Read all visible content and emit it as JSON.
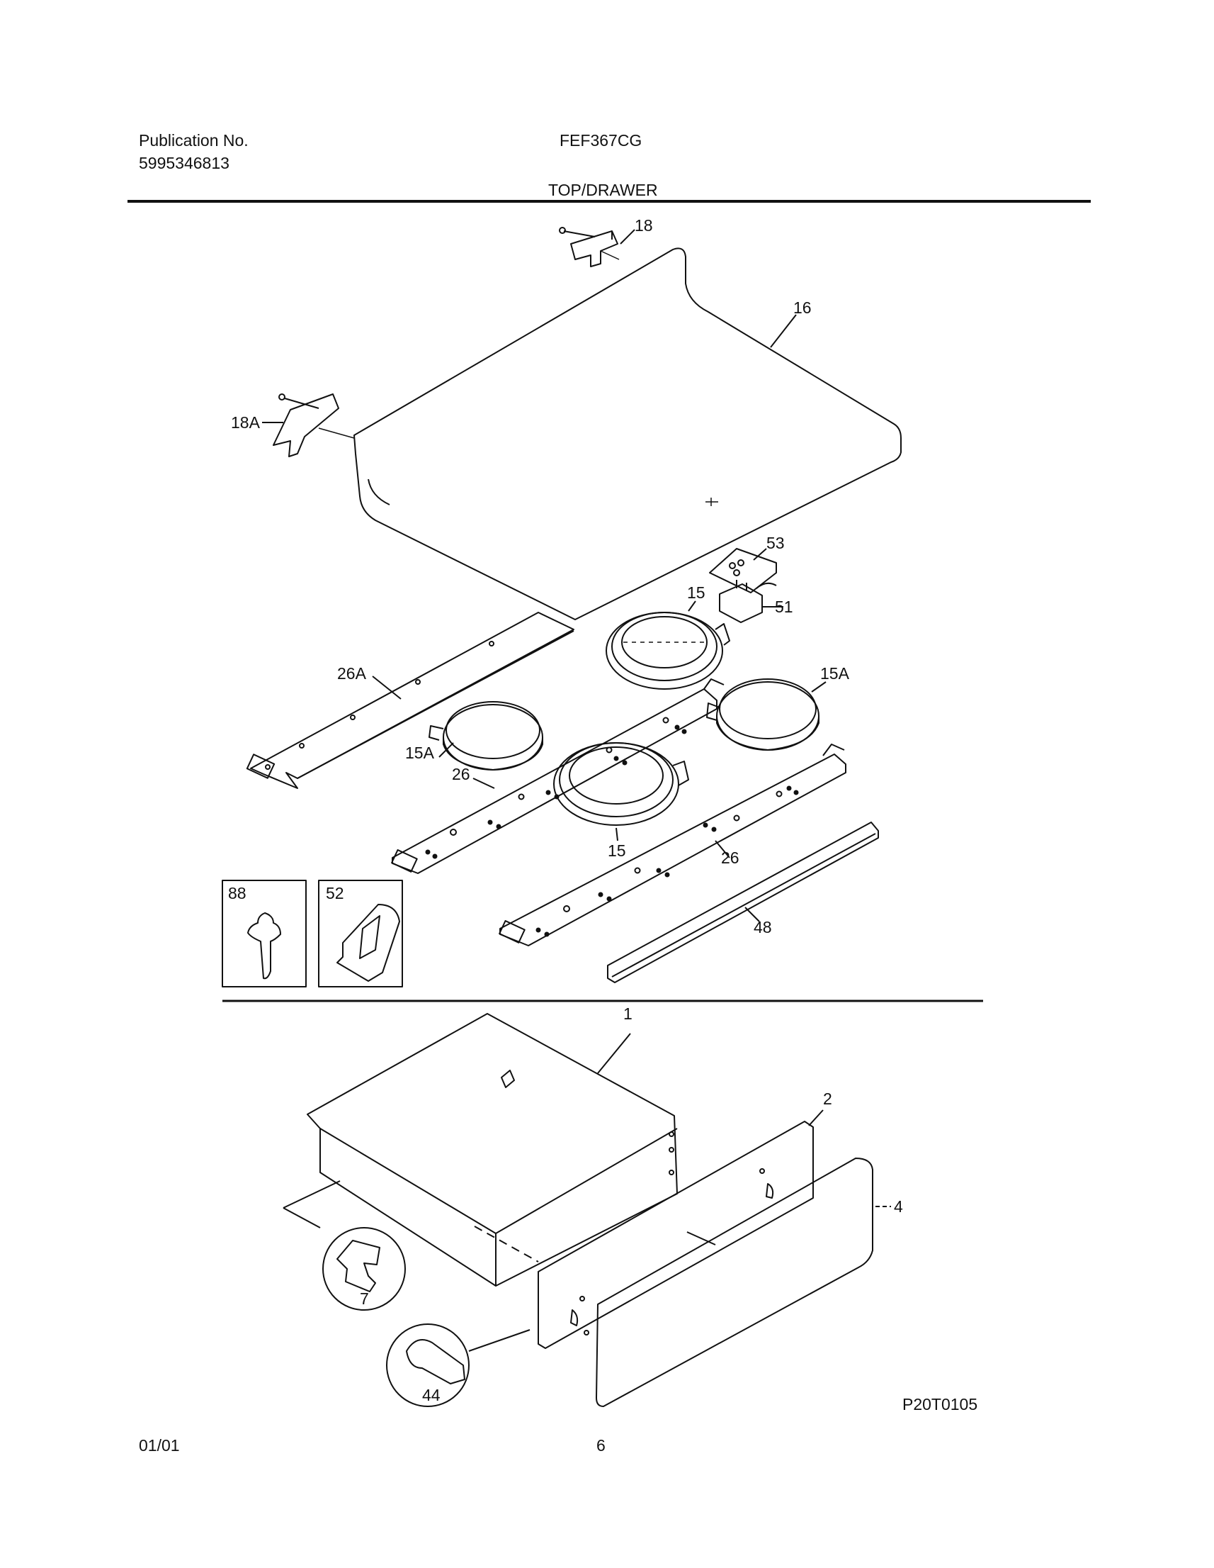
{
  "header": {
    "publication_label": "Publication No.",
    "publication_number": "5995346813",
    "model": "FEF367CG",
    "section": "TOP/DRAWER"
  },
  "callouts": {
    "p18": "18",
    "p16": "16",
    "p18a": "18A",
    "p53": "53",
    "p15_top": "15",
    "p51": "51",
    "p26a": "26A",
    "p15a_right": "15A",
    "p15a_left": "15A",
    "p26_left": "26",
    "p15_front": "15",
    "p26_right": "26",
    "p88": "88",
    "p52": "52",
    "p48": "48",
    "p1": "1",
    "p2": "2",
    "p4": "4",
    "p7": "7",
    "p44": "44"
  },
  "footer": {
    "figure_code": "P20T0105",
    "date": "01/01",
    "page": "6"
  }
}
